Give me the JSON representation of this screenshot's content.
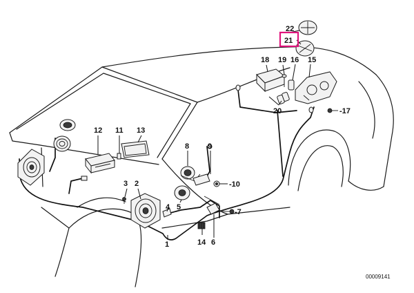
{
  "diagram": {
    "catalog_number": "00009141",
    "highlight_color": "#e0147c",
    "highlighted_callout": "21",
    "callouts": {
      "c1": "1",
      "c2": "2",
      "c3": "3",
      "c4": "4",
      "c5": "5",
      "c6": "6",
      "c7": "-7",
      "c8": "8",
      "c9": "9",
      "c10": "-10",
      "c11": "11",
      "c12": "12",
      "c13": "13",
      "c14": "14",
      "c15": "15",
      "c16": "16",
      "c17": "-17",
      "c18": "18",
      "c19": "19",
      "c20": "20",
      "c21": "21",
      "c22": "22"
    }
  }
}
